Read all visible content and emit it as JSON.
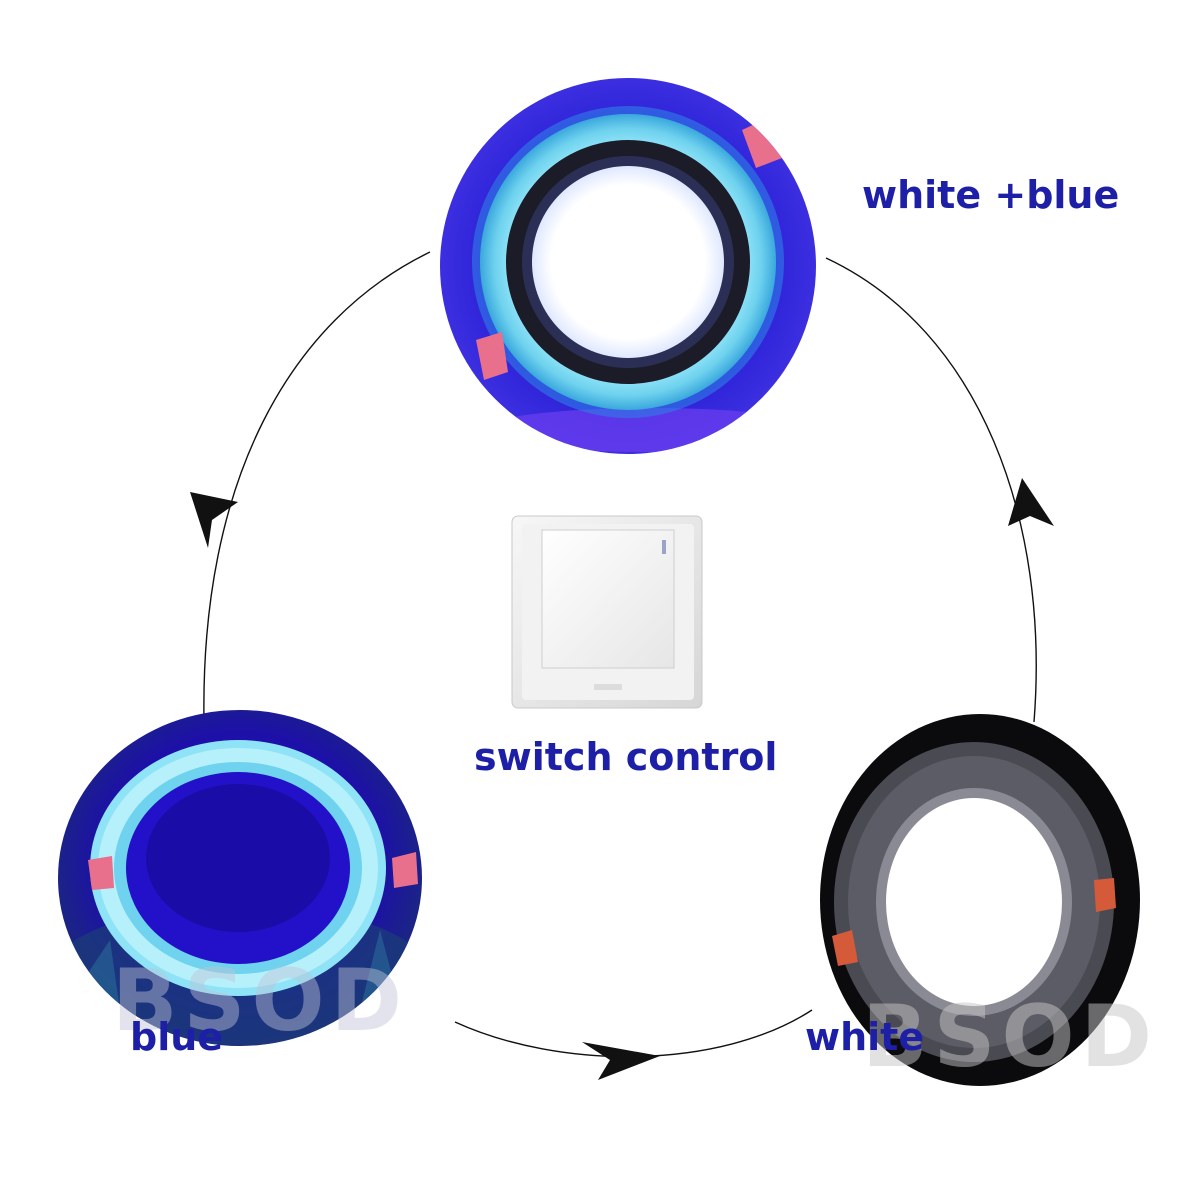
{
  "labels": {
    "top": "white +blue",
    "center": "switch control",
    "left": "blue",
    "right": "white"
  },
  "watermark": "BSOD",
  "colors": {
    "label": "#1d1fa6",
    "blue_glow": "#2a1fd6",
    "cyan_ring": "#6fd2ee",
    "dark_ring": "#1c1c28",
    "panel_black": "#0b0b0e",
    "panel_grey": "#4a4a52",
    "white_light": "#ffffff",
    "clip": "#e8708c",
    "arrow": "#111111"
  },
  "icons": {
    "top": "dual-color-led-panel-icon",
    "left": "blue-led-panel-icon",
    "right": "white-led-panel-icon",
    "center": "wall-switch-icon"
  }
}
